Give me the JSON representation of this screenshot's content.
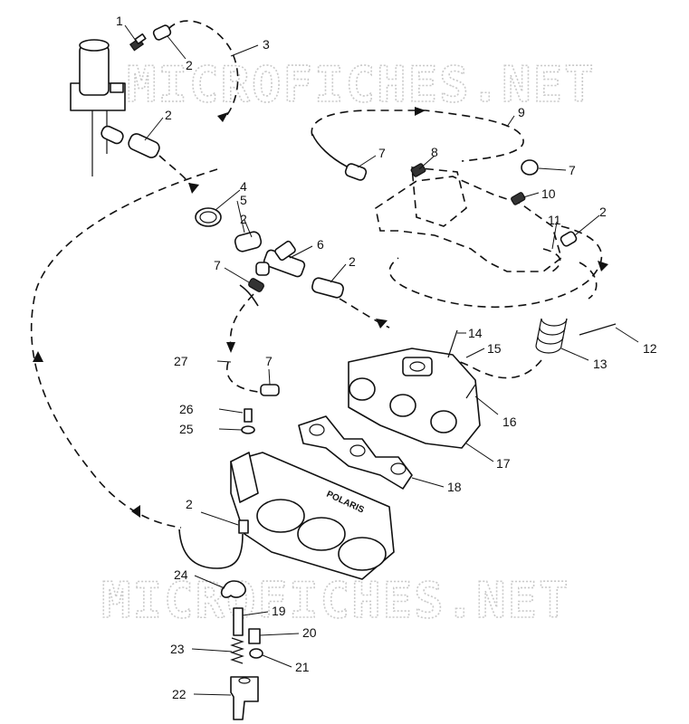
{
  "watermark": "MICROFICHES.NET",
  "head_embossing": "POLARIS",
  "callouts": [
    {
      "id": "c1",
      "text": "1"
    },
    {
      "id": "c2a",
      "text": "2"
    },
    {
      "id": "c3",
      "text": "3"
    },
    {
      "id": "c2b",
      "text": "2"
    },
    {
      "id": "c9",
      "text": "9"
    },
    {
      "id": "c7a",
      "text": "7"
    },
    {
      "id": "c8",
      "text": "8"
    },
    {
      "id": "c7b",
      "text": "7"
    },
    {
      "id": "c10",
      "text": "10"
    },
    {
      "id": "c4",
      "text": "4"
    },
    {
      "id": "c5",
      "text": "5"
    },
    {
      "id": "c2c",
      "text": "2"
    },
    {
      "id": "c11",
      "text": "11"
    },
    {
      "id": "c2d",
      "text": "2"
    },
    {
      "id": "c6",
      "text": "6"
    },
    {
      "id": "c7c",
      "text": "7"
    },
    {
      "id": "c2e",
      "text": "2"
    },
    {
      "id": "c14",
      "text": "14"
    },
    {
      "id": "c12",
      "text": "12"
    },
    {
      "id": "c15",
      "text": "15"
    },
    {
      "id": "c27",
      "text": "27"
    },
    {
      "id": "c13",
      "text": "13"
    },
    {
      "id": "c7d",
      "text": "7"
    },
    {
      "id": "c16",
      "text": "16"
    },
    {
      "id": "c26",
      "text": "26"
    },
    {
      "id": "c25",
      "text": "25"
    },
    {
      "id": "c17",
      "text": "17"
    },
    {
      "id": "c18",
      "text": "18"
    },
    {
      "id": "c2f",
      "text": "2"
    },
    {
      "id": "c24",
      "text": "24"
    },
    {
      "id": "c19",
      "text": "19"
    },
    {
      "id": "c20",
      "text": "20"
    },
    {
      "id": "c23",
      "text": "23"
    },
    {
      "id": "c21",
      "text": "21"
    },
    {
      "id": "c22",
      "text": "22"
    }
  ]
}
